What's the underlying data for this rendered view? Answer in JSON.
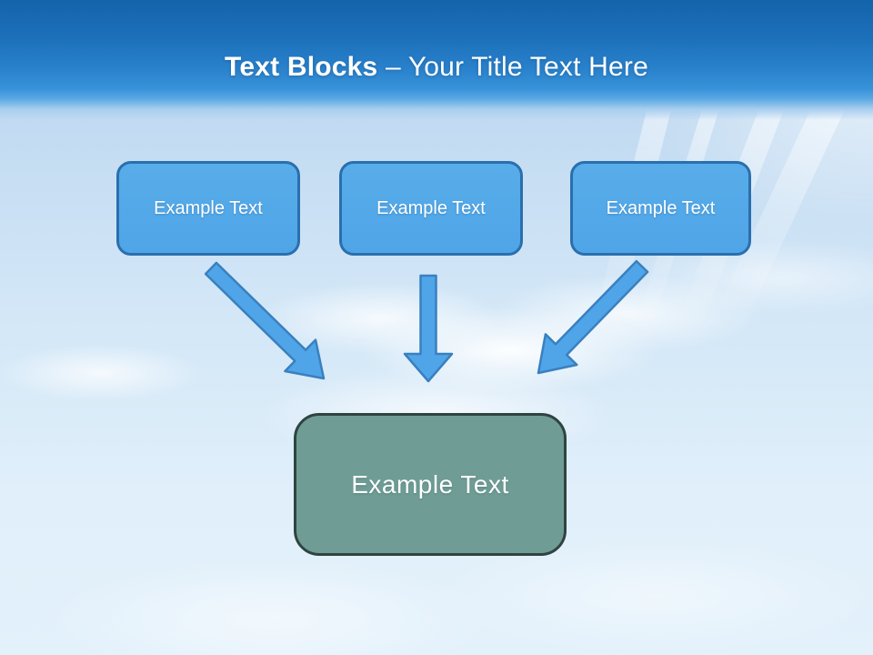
{
  "title": {
    "emphasis": "Text Blocks",
    "rest": " – Your Title Text Here"
  },
  "blocks": {
    "top": [
      {
        "label": "Example Text"
      },
      {
        "label": "Example Text"
      },
      {
        "label": "Example Text"
      }
    ],
    "center": {
      "label": "Example Text"
    }
  },
  "arrows": [
    {
      "name": "left-arrow",
      "direction": "down-right"
    },
    {
      "name": "middle-arrow",
      "direction": "down"
    },
    {
      "name": "right-arrow",
      "direction": "down-left"
    }
  ],
  "colors": {
    "header_gradient_top": "#1463aa",
    "header_gradient_bottom": "#3793d9",
    "block_fill": "#4fa5e7",
    "block_border": "#2a6fae",
    "arrow_fill": "#4fa5e7",
    "arrow_stroke": "#3a80bf",
    "center_fill": "#6f9d96",
    "center_border": "#2f4440",
    "title_color": "#ffffff"
  }
}
